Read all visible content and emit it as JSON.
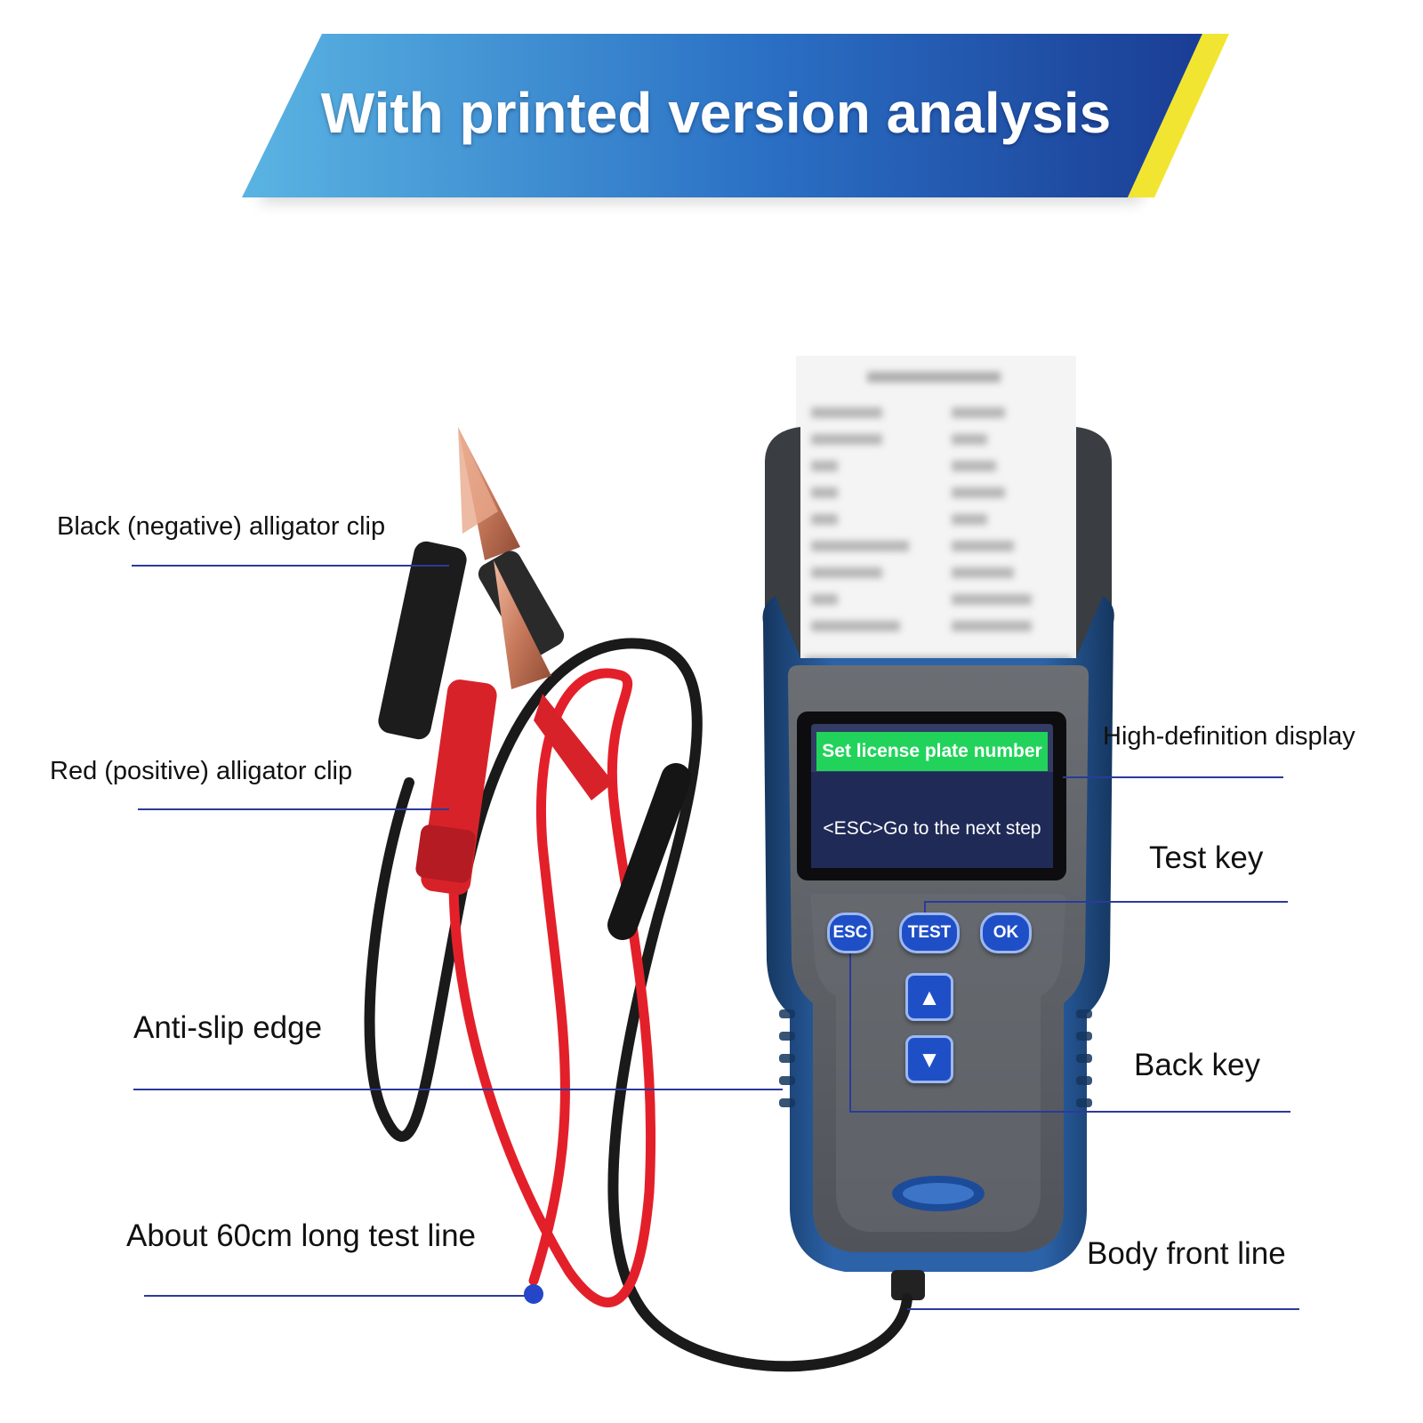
{
  "banner": {
    "title": "With printed version analysis"
  },
  "labels": {
    "black_clip": "Black (negative) alligator clip",
    "red_clip": "Red (positive) alligator clip",
    "anti_slip": "Anti-slip edge",
    "test_line": "About 60cm long test line",
    "display": "High-definition display",
    "test_key": "Test key",
    "back_key": "Back key",
    "front_line": "Body front line"
  },
  "device": {
    "screen_banner": "Set license plate number",
    "screen_instruction": "<ESC>Go to the next step",
    "keys": {
      "esc": "ESC",
      "test": "TEST",
      "ok": "OK",
      "up": "▲",
      "down": "▼"
    }
  },
  "colors": {
    "banner_blue": "#2d7fd0",
    "banner_accent": "#f2e531",
    "device_blue": "#1d4c8f",
    "device_grey": "#5d6166",
    "key_blue": "#1f4fc7",
    "screen_green": "#22d35b",
    "callout_line": "#2c3a9a",
    "cable_red": "#e3202a",
    "cable_black": "#1a1a1a"
  }
}
